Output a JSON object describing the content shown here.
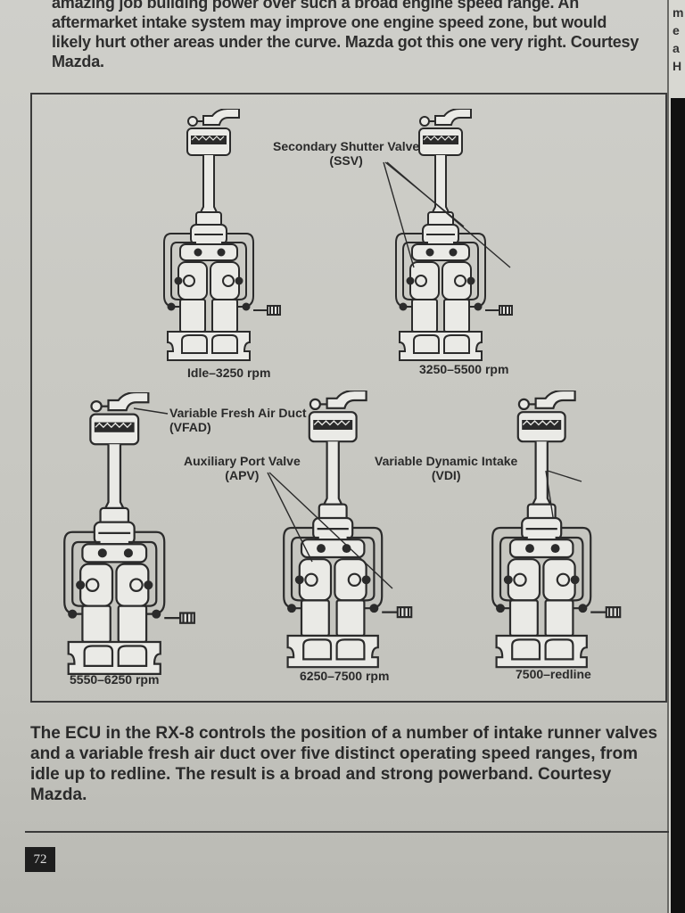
{
  "header_paragraph": {
    "line1": "amazing job building power over such a broad engine speed range. An",
    "line2": "aftermarket intake system may improve one engine speed zone, but would",
    "line3": "likely hurt other areas under the curve. Mazda got this one very right. Courtesy",
    "line4": "Mazda."
  },
  "figure": {
    "callouts": {
      "ssv_line1": "Secondary Shutter Valve",
      "ssv_line2": "(SSV)",
      "vfad_line1": "Variable Fresh Air Duct",
      "vfad_line2": "(VFAD)",
      "apv_line1": "Auxiliary Port Valve",
      "apv_line2": "(APV)",
      "vdi_line1": "Variable Dynamic Intake",
      "vdi_line2": "(VDI)"
    },
    "diagrams": [
      {
        "label": "Idle–3250 rpm"
      },
      {
        "label": "3250–5500 rpm"
      },
      {
        "label": "5550–6250 rpm"
      },
      {
        "label": "6250–7500 rpm"
      },
      {
        "label": "7500–redline"
      }
    ]
  },
  "caption": {
    "line1": "The ECU in the RX-8 controls the position of a number of intake runner valves",
    "line2": "and a variable fresh air duct over five distinct operating speed ranges, from",
    "line3": "idle up to redline. The result is a broad and strong powerband. Courtesy",
    "line4": "Mazda."
  },
  "page_number": "72",
  "facing_page": {
    "frag1": "m",
    "frag2": "e",
    "frag3": "a",
    "frag4": "H"
  }
}
